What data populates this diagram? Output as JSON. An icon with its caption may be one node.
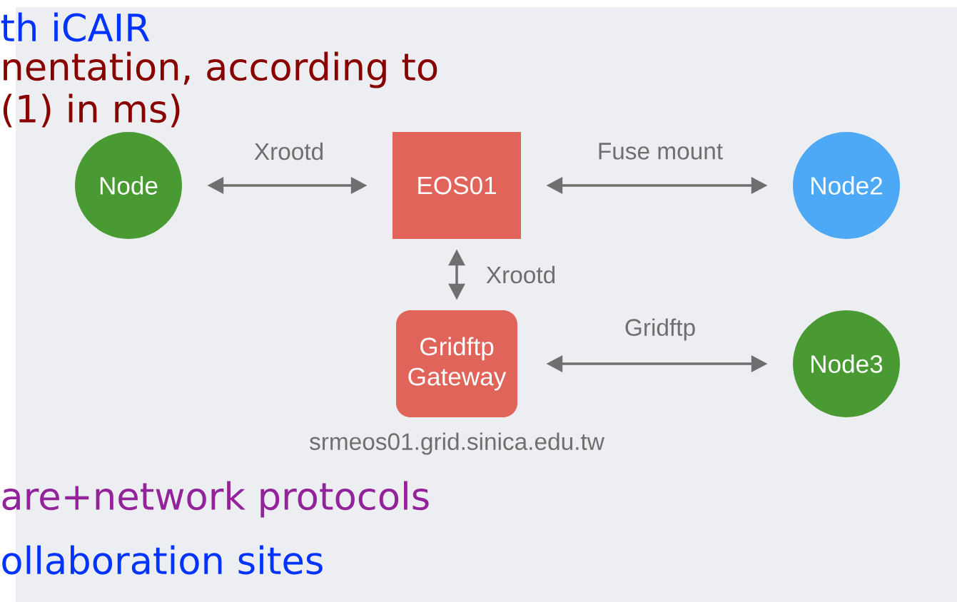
{
  "diagram": {
    "nodes": [
      {
        "text": [
          "Node"
        ]
      },
      {
        "text": [
          "EOS01"
        ]
      },
      {
        "text": [
          "Node2"
        ]
      },
      {
        "text": [
          "Gridftp Gateway"
        ]
      },
      {
        "text": [
          "Node3"
        ]
      }
    ],
    "edges": [
      {
        "from": 0,
        "to": 1,
        "arrow": "both",
        "label": "Xrootd"
      },
      {
        "from": 1,
        "to": 2,
        "arrow": "both",
        "label": "Fuse mount"
      },
      {
        "from": 1,
        "to": 3,
        "arrow": "both",
        "label": "Xrootd"
      },
      {
        "from": 3,
        "to": 4,
        "arrow": "both",
        "label": "Gridftp"
      }
    ],
    "labels": [
      "th iCAIR",
      "nentation, according to",
      "(1) in ms)",
      "are+network protocols",
      "srmeos01.grid.sinica.edu.tw",
      "ollaboration sites"
    ]
  }
}
